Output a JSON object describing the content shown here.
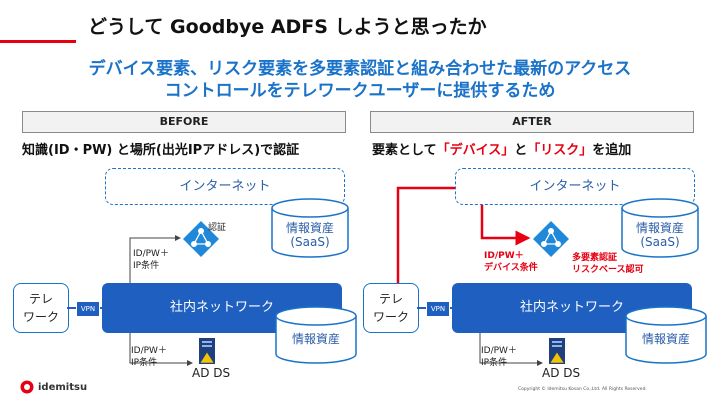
{
  "slide": {
    "title": "どうして Goodbye ADFS しようと思ったか",
    "subtitle_line1": "デバイス要素、リスク要素を多要素認証と組み合わせた最新のアクセス",
    "subtitle_line2": "コントロールをテレワークユーザーに提供するため",
    "copyright": "Copyright © Idemitsu Kosan Co.,Ltd. All Rights Reserved.",
    "logo_text": "idemitsu"
  },
  "before": {
    "header": "BEFORE",
    "description": "知識(ID・PW) と場所(出光IPアドレス)で認証",
    "internet": "インターネット",
    "cloud_store": "情報資産",
    "cloud_store_sub": "(SaaS)",
    "auth_label": "認証",
    "cond_top_1": "ID/PW＋",
    "cond_top_2": "IP条件",
    "network": "社内ネットワーク",
    "terminal_1": "テレ",
    "terminal_2": "ワーク",
    "vpn": "VPN",
    "onprem_store": "情報資産",
    "cond_bottom_1": "ID/PW＋",
    "cond_bottom_2": "IP条件",
    "ad": "AD DS"
  },
  "after": {
    "header": "AFTER",
    "description_prefix": "要素として",
    "description_device": "「デバイス」",
    "description_and": "と",
    "description_risk": "「リスク」",
    "description_suffix": "を追加",
    "internet": "インターネット",
    "cloud_store": "情報資産",
    "cloud_store_sub": "(SaaS)",
    "cond_top_1": "ID/PW＋",
    "cond_top_2": "デバイス条件",
    "mfa_1": "多要素認証",
    "mfa_2": "リスクベース認可",
    "network": "社内ネットワーク",
    "terminal_1": "テレ",
    "terminal_2": "ワーク",
    "vpn": "VPN",
    "onprem_store": "情報資産",
    "cond_bottom_1": "ID/PW＋",
    "cond_bottom_2": "IP条件",
    "ad": "AD DS"
  },
  "colors": {
    "accent_red": "#e60012",
    "brand_blue": "#1f5fbf",
    "text_blue": "#1a73c8"
  }
}
